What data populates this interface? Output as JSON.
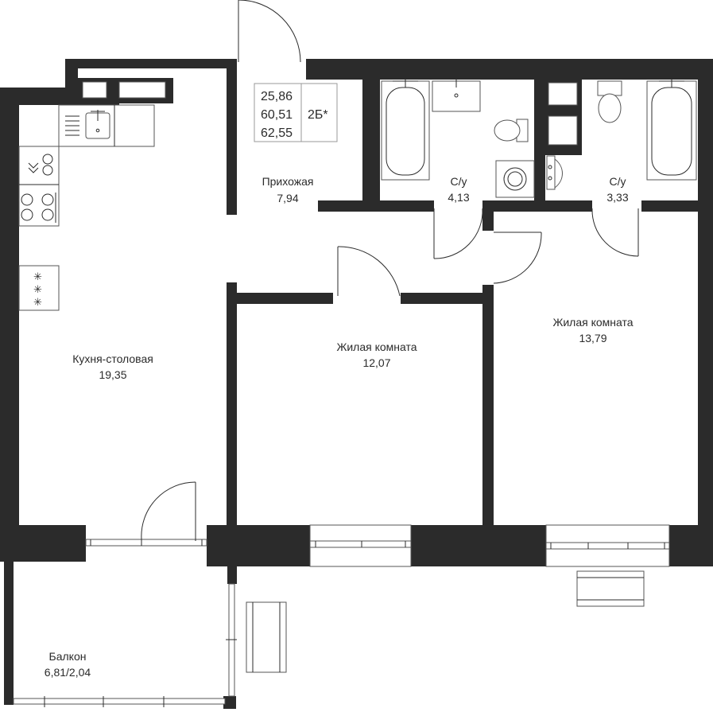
{
  "info_box": {
    "area_living": "25,86",
    "area_total": "60,51",
    "area_with_balcony": "62,55",
    "apartment_type": "2Б*"
  },
  "rooms": {
    "hallway": {
      "name": "Прихожая",
      "area": "7,94"
    },
    "kitchen": {
      "name": "Кухня-столовая",
      "area": "19,35"
    },
    "bedroom_1": {
      "name": "Жилая комната",
      "area": "12,07"
    },
    "bedroom_2": {
      "name": "Жилая комната",
      "area": "13,79"
    },
    "bathroom_1": {
      "name": "С/у",
      "area": "4,13"
    },
    "bathroom_2": {
      "name": "С/у",
      "area": "3,33"
    },
    "balcony": {
      "name": "Балкон",
      "area": "6,81/2,04"
    }
  },
  "colors": {
    "wall": "#2b2b2b",
    "background": "#ffffff"
  }
}
